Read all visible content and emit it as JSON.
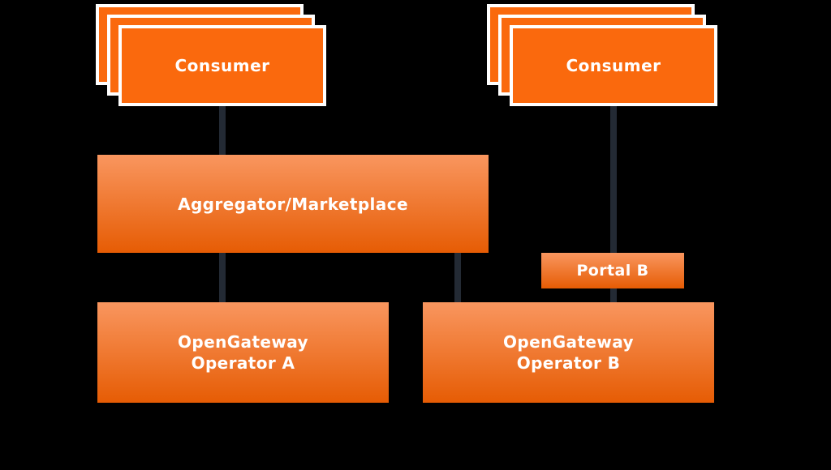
{
  "diagram": {
    "type": "architecture-diagram",
    "background": "#000000",
    "nodes": {
      "consumer_left": {
        "label": "Consumer",
        "style": "stacked-cards"
      },
      "consumer_right": {
        "label": "Consumer",
        "style": "stacked-cards"
      },
      "aggregator": {
        "label": "Aggregator/Marketplace",
        "style": "gradient-box"
      },
      "portal_b": {
        "label": "Portal B",
        "style": "gradient-box"
      },
      "operator_a": {
        "line1": "OpenGateway",
        "line2": "Operator A",
        "style": "gradient-box"
      },
      "operator_b": {
        "line1": "OpenGateway",
        "line2": "Operator B",
        "style": "gradient-box"
      }
    },
    "edges": [
      {
        "from": "consumer_left",
        "to": "aggregator"
      },
      {
        "from": "aggregator",
        "to": "operator_a"
      },
      {
        "from": "aggregator",
        "to": "operator_b"
      },
      {
        "from": "consumer_right",
        "to": "portal_b"
      },
      {
        "from": "portal_b",
        "to": "operator_b"
      }
    ],
    "colors": {
      "card_fill": "#FA690D",
      "card_border": "#FFFFFF",
      "gradient_top": "#F9965F",
      "gradient_bottom": "#E65C04",
      "connector": "#232A34",
      "text": "#FFFFFF"
    }
  }
}
